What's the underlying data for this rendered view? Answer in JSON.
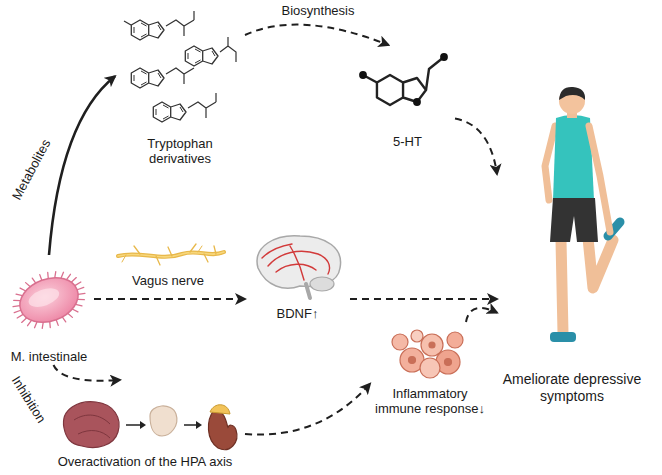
{
  "diagram": {
    "nodes": [
      {
        "text": [
          "Tryptophan derivatives"
        ]
      },
      {
        "text": [
          "5-HT"
        ]
      },
      {
        "text": [
          "M. intestinale"
        ]
      },
      {
        "text": [
          "BDNF↑"
        ]
      },
      {
        "text": [
          "Ameliorate depressive symptoms"
        ]
      },
      {
        "text": [
          "Overactivation of the HPA axis"
        ]
      },
      {
        "text": [
          "Inflammatory immune response↓"
        ]
      }
    ],
    "edges": [
      {
        "from": 2,
        "to": 0,
        "label": "Metabolites",
        "arrow": "to"
      },
      {
        "from": 0,
        "to": 1,
        "label": "Biosynthesis",
        "arrow": "to"
      },
      {
        "from": 1,
        "to": 4,
        "arrow": "to"
      },
      {
        "from": 2,
        "to": 3,
        "label": "Vagus nerve",
        "arrow": "to"
      },
      {
        "from": 3,
        "to": 4,
        "arrow": "to"
      },
      {
        "from": 2,
        "to": 5,
        "label": "Inhibition",
        "arrow": "to"
      },
      {
        "from": 5,
        "to": 6,
        "arrow": "to"
      },
      {
        "from": 6,
        "to": 4,
        "arrow": "to"
      }
    ]
  }
}
